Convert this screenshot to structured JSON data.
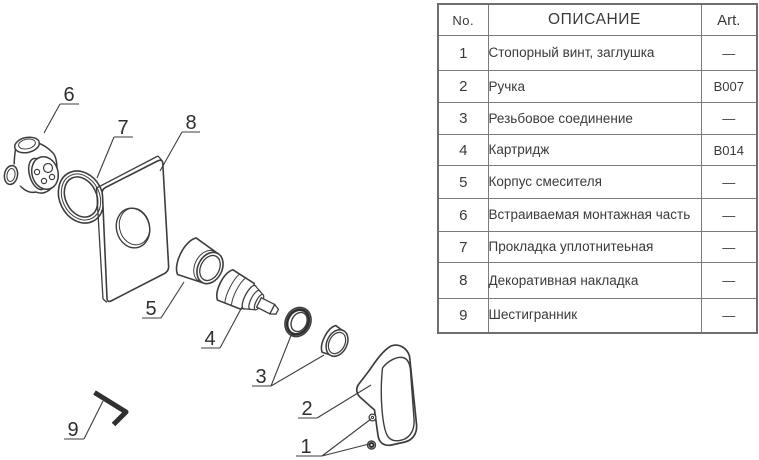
{
  "diagram": {
    "callouts": {
      "n1": "1",
      "n2": "2",
      "n3": "3",
      "n4": "4",
      "n5": "5",
      "n6": "6",
      "n7": "7",
      "n8": "8",
      "n9": "9"
    }
  },
  "table": {
    "headers": {
      "no": "No.",
      "description": "ОПИСАНИЕ",
      "art": "Art."
    },
    "rows": [
      {
        "no": "1",
        "desc": "Стопорный винт, заглушка",
        "art": "—"
      },
      {
        "no": "2",
        "desc": "Ручка",
        "art": "B007"
      },
      {
        "no": "3",
        "desc": "Резьбовое соединение",
        "art": "—"
      },
      {
        "no": "4",
        "desc": "Картридж",
        "art": "B014"
      },
      {
        "no": "5",
        "desc": "Корпус смесителя",
        "art": "—"
      },
      {
        "no": "6",
        "desc": "Встраиваемая монтажная часть",
        "art": "—"
      },
      {
        "no": "7",
        "desc": "Прокладка уплотнитеьная",
        "art": "—"
      },
      {
        "no": "8",
        "desc": "Декоративная накладка",
        "art": "—"
      },
      {
        "no": "9",
        "desc": "Шестигранник",
        "art": "—"
      }
    ]
  },
  "colors": {
    "line": "#3d3d3d",
    "table_border": "#7b7b7b",
    "text": "#3a3a3a",
    "background": "#ffffff"
  }
}
